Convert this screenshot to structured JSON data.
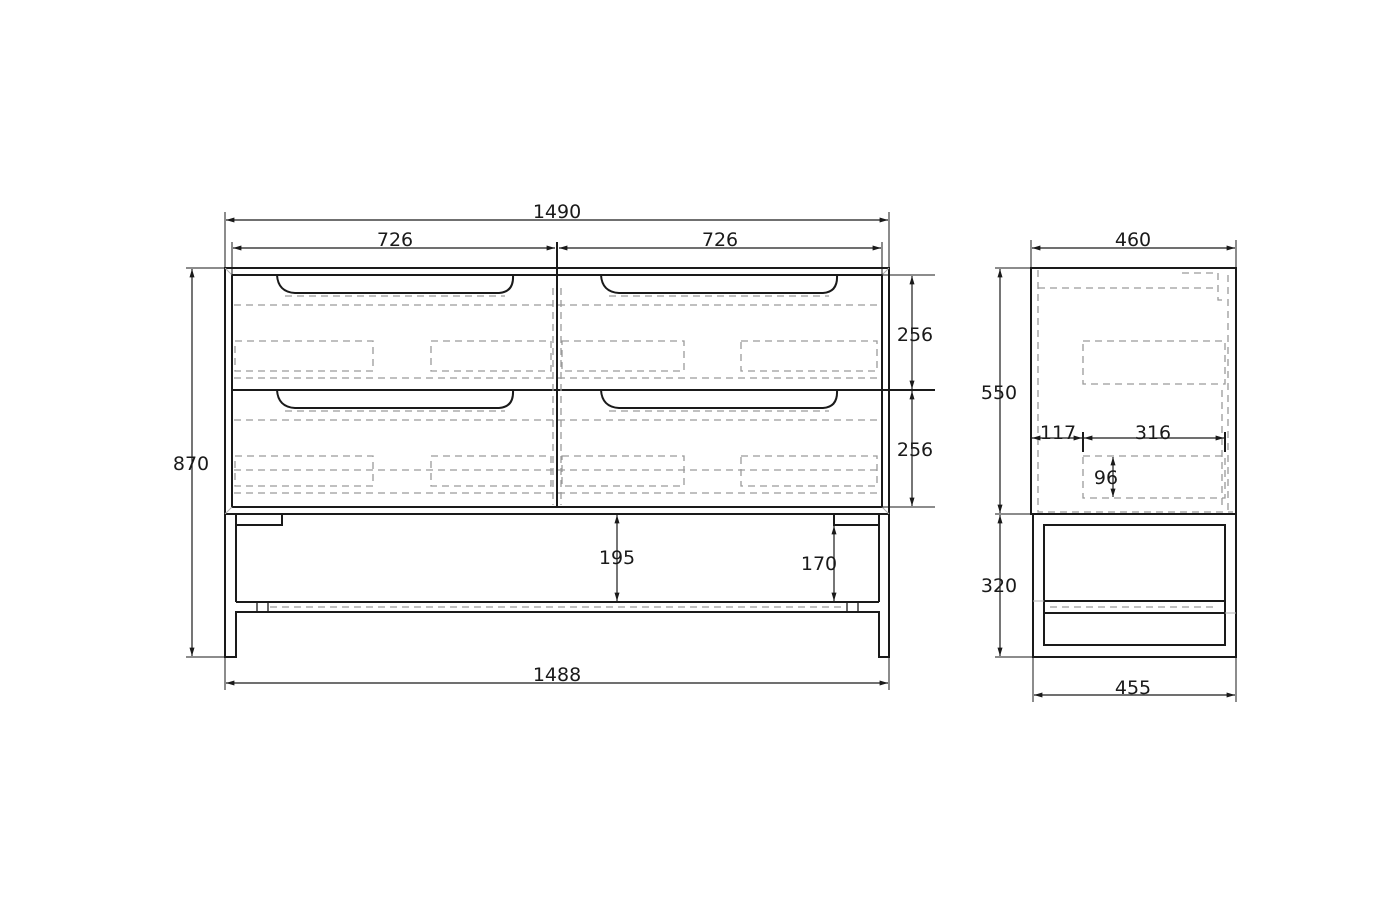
{
  "front_view": {
    "overall_width_top": "1490",
    "drawer_width_left": "726",
    "drawer_width_right": "726",
    "overall_height": "870",
    "drawer_height_top": "256",
    "drawer_height_bottom": "256",
    "base_clearance": "195",
    "inner_clearance": "170",
    "overall_width_bottom": "1488"
  },
  "side_view": {
    "depth_top": "460",
    "cabinet_height": "550",
    "base_height": "320",
    "depth_bottom": "455",
    "offset": "117",
    "inner_width": "316",
    "inner_height": "96"
  },
  "colors": {
    "line": "#1a1a1a",
    "hidden_line": "#9a9a9a",
    "background": "#ffffff"
  }
}
